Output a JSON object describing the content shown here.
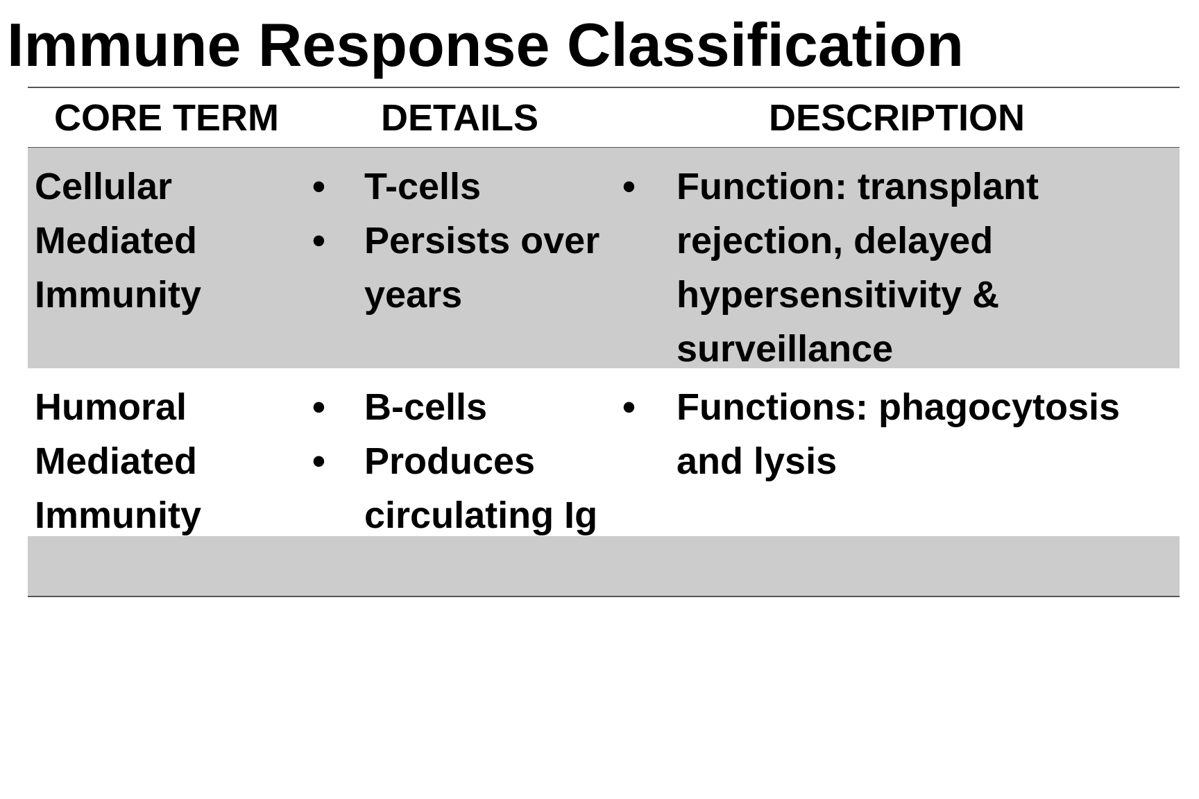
{
  "title": "Immune Response Classification",
  "table": {
    "headers": [
      "CORE TERM",
      "DETAILS",
      "DESCRIPTION"
    ],
    "rows": [
      {
        "term": "Cellular\nMediated\nImmunity",
        "details": [
          "T-cells",
          "Persists over years"
        ],
        "description": [
          "Function: transplant rejection, delayed hypersensitivity & surveillance"
        ]
      },
      {
        "term": "Humoral\nMediated\nImmunity",
        "details": [
          "B-cells",
          "Produces circulating Ig"
        ],
        "description": [
          "Functions: phagocytosis and lysis"
        ]
      }
    ],
    "bullet": "•"
  }
}
